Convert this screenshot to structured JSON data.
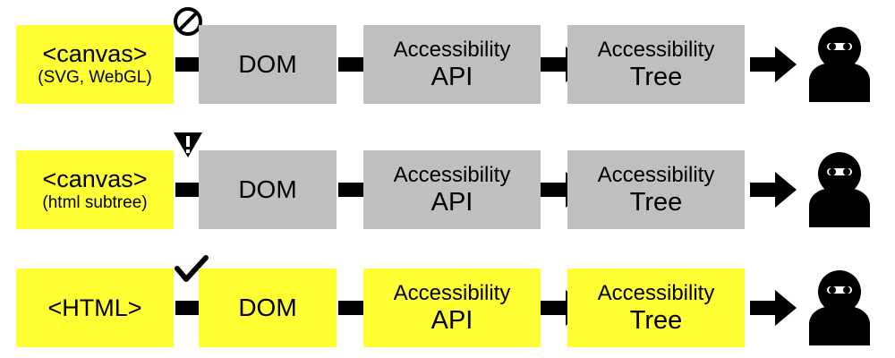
{
  "rows": [
    {
      "status_icon": "prohibited-icon",
      "source": {
        "line1": "<canvas>",
        "line2": "(SVG, WebGL)",
        "color": "#ffff33"
      },
      "dom": {
        "label": "DOM",
        "color": "#c0bebe"
      },
      "api": {
        "line1": "Accessibility",
        "line2": "API",
        "color": "#c0bebe"
      },
      "tree": {
        "line1": "Accessibility",
        "line2": "Tree",
        "color": "#c0bebe"
      },
      "user_icon": "person-icon"
    },
    {
      "status_icon": "warning-icon",
      "source": {
        "line1": "<canvas>",
        "line2": "(html subtree)",
        "color": "#ffff33"
      },
      "dom": {
        "label": "DOM",
        "color": "#c0bebe"
      },
      "api": {
        "line1": "Accessibility",
        "line2": "API",
        "color": "#c0bebe"
      },
      "tree": {
        "line1": "Accessibility",
        "line2": "Tree",
        "color": "#c0bebe"
      },
      "user_icon": "person-icon"
    },
    {
      "status_icon": "checkmark-icon",
      "source": {
        "line1": "<HTML>",
        "color": "#ffff33"
      },
      "dom": {
        "label": "DOM",
        "color": "#ffff33"
      },
      "api": {
        "line1": "Accessibility",
        "line2": "API",
        "color": "#ffff33"
      },
      "tree": {
        "line1": "Accessibility",
        "line2": "Tree",
        "color": "#ffff33"
      },
      "user_icon": "person-icon"
    }
  ],
  "colors": {
    "highlight": "#ffff33",
    "muted": "#c0bebe",
    "ink": "#000000"
  }
}
